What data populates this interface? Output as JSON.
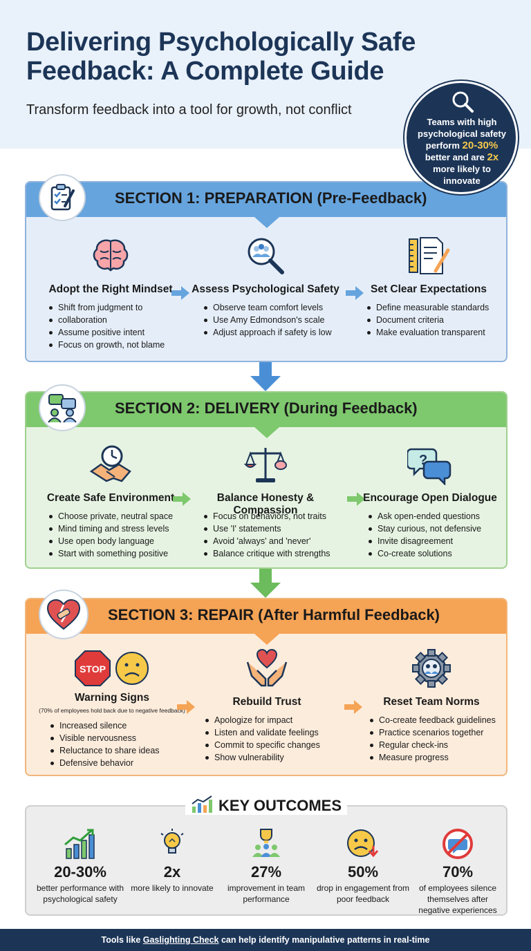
{
  "header": {
    "title": "Delivering Psychologically Safe Feedback: A Complete Guide",
    "subtitle": "Transform feedback into a tool for growth, not conflict"
  },
  "badge": {
    "line1": "Teams with high psychological safety perform",
    "highlight1": "20-30%",
    "line2": "better and are",
    "highlight2": "2x",
    "line3": "more likely to innovate"
  },
  "section1": {
    "title": "SECTION 1: PREPARATION (Pre-Feedback)",
    "columns": [
      {
        "title": "Adopt the Right Mindset",
        "icon": "brain-icon",
        "items": [
          "Shift from judgment to",
          "collaboration",
          "Assume positive intent",
          "Focus on growth, not blame"
        ]
      },
      {
        "title": "Assess Psychological Safety",
        "icon": "magnifier-team-icon",
        "items": [
          "Observe team comfort levels",
          "Use Amy Edmondson's scale",
          "Adjust approach if safety is low"
        ]
      },
      {
        "title": "Set Clear Expectations",
        "icon": "ruler-document-icon",
        "items": [
          "Define measurable standards",
          "Document criteria",
          "Make evaluation transparent"
        ]
      }
    ]
  },
  "section2": {
    "title": "SECTION 2: DELIVERY (During Feedback)",
    "columns": [
      {
        "title": "Create Safe Environment",
        "icon": "handshake-clock-icon",
        "items": [
          "Choose private, neutral space",
          "Mind timing and stress levels",
          "Use open body language",
          "Start with something positive"
        ]
      },
      {
        "title": "Balance Honesty & Compassion",
        "icon": "scale-icon",
        "items": [
          "Focus on behaviors, not traits",
          "Use 'I' statements",
          "Avoid 'always' and 'never'",
          "Balance critique with strengths"
        ]
      },
      {
        "title": "Encourage Open Dialogue",
        "icon": "speech-bubbles-icon",
        "items": [
          "Ask open-ended questions",
          "Stay curious, not defensive",
          "Invite disagreement",
          "Co-create solutions"
        ]
      }
    ]
  },
  "section3": {
    "title": "SECTION 3: REPAIR (After Harmful Feedback)",
    "stop_label": "STOP",
    "columns": [
      {
        "title": "Warning Signs",
        "note": "(70% of employees hold back due to negative feedback)",
        "icon": "stop-sad-icon",
        "items": [
          "Increased silence",
          "Visible nervousness",
          "Reluctance to share ideas",
          "Defensive behavior"
        ]
      },
      {
        "title": "Rebuild Trust",
        "icon": "hands-heart-icon",
        "items": [
          "Apologize for impact",
          "Listen and validate feelings",
          "Commit to specific changes",
          "Show vulnerability"
        ]
      },
      {
        "title": "Reset Team Norms",
        "icon": "gear-team-icon",
        "items": [
          "Co-create feedback guidelines",
          "Practice scenarios together",
          "Regular check-ins",
          "Measure progress"
        ]
      }
    ]
  },
  "outcomes": {
    "title": "KEY OUTCOMES",
    "stats": [
      {
        "value": "20-30%",
        "desc": "better performance with psychological safety",
        "icon": "growth-chart-icon"
      },
      {
        "value": "2x",
        "desc": "more likely to innovate",
        "icon": "lightbulb-icon"
      },
      {
        "value": "27%",
        "desc": "improvement in team performance",
        "icon": "trophy-team-icon"
      },
      {
        "value": "50%",
        "desc": "drop in engagement from poor feedback",
        "icon": "sad-down-icon"
      },
      {
        "value": "70%",
        "desc": "of employees silence themselves after negative experiences",
        "icon": "no-speech-icon"
      }
    ]
  },
  "footer": {
    "prefix": "Tools like ",
    "link": "Gaslighting Check",
    "suffix": " can help identify manipulative patterns in real-time"
  },
  "colors": {
    "navy": "#1c3557",
    "blue": "#66a4de",
    "green": "#7ec86e",
    "orange": "#f5a355",
    "gold": "#f5c84c"
  }
}
